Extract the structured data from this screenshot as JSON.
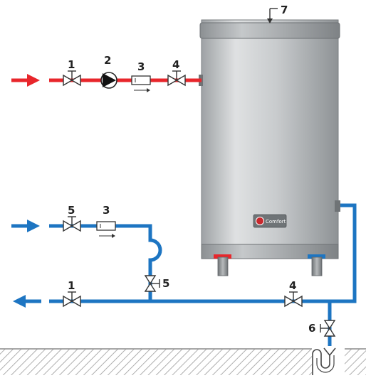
{
  "labels": {
    "valve_hot_in": "1",
    "pump": "2",
    "check_valve_hot": "3",
    "valve_hot_out": "4",
    "valve_cold_in": "5",
    "check_valve_cold": "3",
    "valve_bypass": "5",
    "valve_return": "1",
    "valve_tank_outlet": "4",
    "drain_valve": "6",
    "tank_top": "7"
  },
  "tank": {
    "badge_text": "Comfort"
  },
  "colors": {
    "hot_pipe": "#e8262b",
    "cold_pipe": "#1d75c2",
    "tank_body": "#c9ccce",
    "tank_cap": "#a7abae",
    "floor_hatch": "#9a9a9a"
  }
}
